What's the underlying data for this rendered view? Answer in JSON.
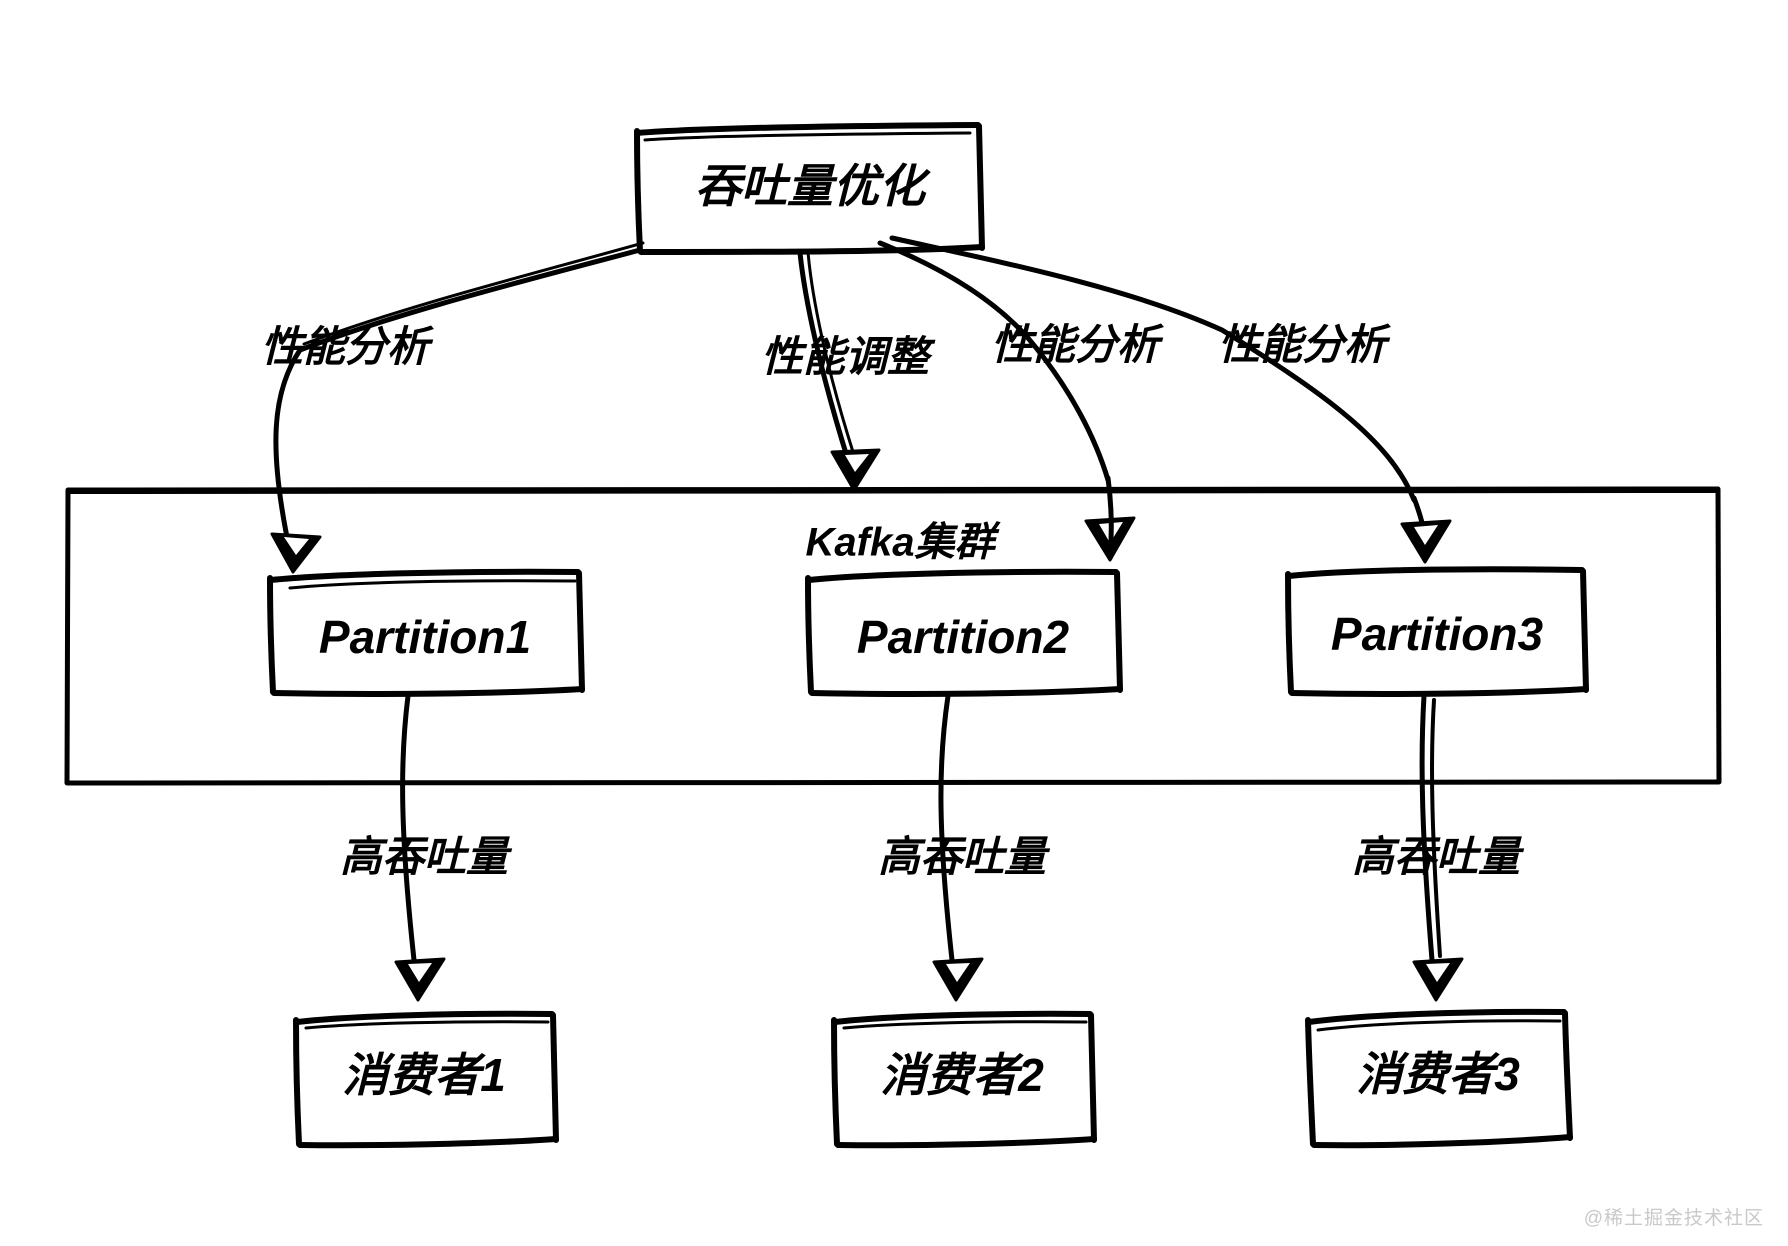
{
  "diagram": {
    "title_node": {
      "id": "root",
      "label": "吞吐量优化"
    },
    "cluster": {
      "id": "kafka-cluster",
      "label": "Kafka集群"
    },
    "partitions": [
      {
        "id": "partition-1",
        "label": "Partition1"
      },
      {
        "id": "partition-2",
        "label": "Partition2"
      },
      {
        "id": "partition-3",
        "label": "Partition3"
      }
    ],
    "consumers": [
      {
        "id": "consumer-1",
        "label": "消费者1"
      },
      {
        "id": "consumer-2",
        "label": "消费者2"
      },
      {
        "id": "consumer-3",
        "label": "消费者3"
      }
    ],
    "edges_top": [
      {
        "from": "root",
        "to": "partition-1",
        "label": "性能分析"
      },
      {
        "from": "root",
        "to": "partition-2",
        "label": "性能调整"
      },
      {
        "from": "root",
        "to": "partition-2",
        "label": "性能分析"
      },
      {
        "from": "root",
        "to": "partition-3",
        "label": "性能分析"
      }
    ],
    "edges_bottom": [
      {
        "from": "partition-1",
        "to": "consumer-1",
        "label": "高吞吐量"
      },
      {
        "from": "partition-2",
        "to": "consumer-2",
        "label": "高吞吐量"
      },
      {
        "from": "partition-3",
        "to": "consumer-3",
        "label": "高吞吐量"
      }
    ],
    "watermark": "@稀土掘金技术社区",
    "colors": {
      "stroke": "#000000",
      "background": "#ffffff",
      "watermark": "#c9c9c9"
    }
  }
}
